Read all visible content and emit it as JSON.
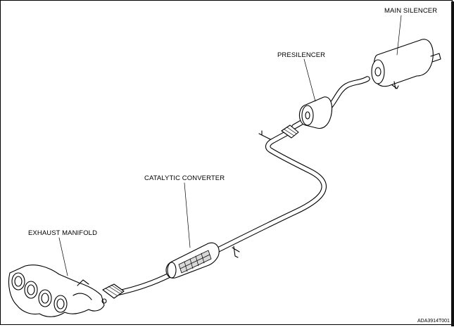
{
  "labels": {
    "main_silencer": "MAIN SILENCER",
    "presilencer": "PRESILENCER",
    "catalytic_converter": "CATALYTIC CONVERTER",
    "exhaust_manifold": "EXHAUST MANIFOLD"
  },
  "figure_code": "ADA3914T001"
}
